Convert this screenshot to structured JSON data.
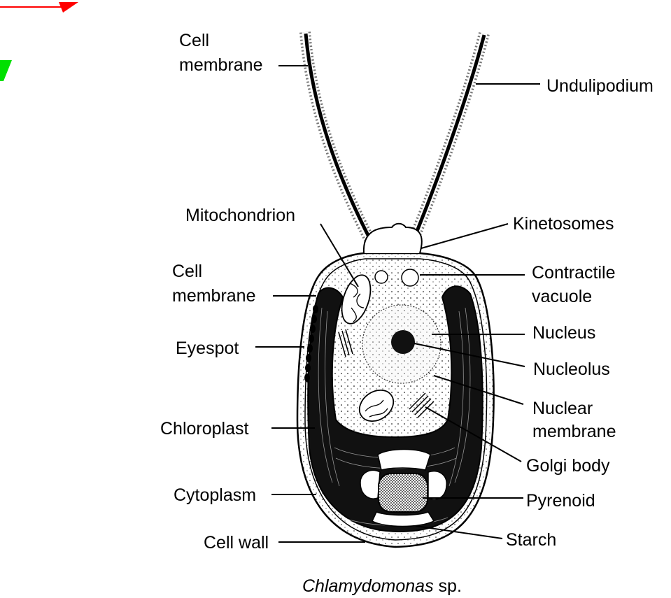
{
  "diagram": {
    "caption": {
      "species": "Chlamydomonas",
      "suffix": " sp."
    },
    "labels": {
      "cell_membrane_top": [
        "Cell",
        "membrane"
      ],
      "undulipodium": "Undulipodium",
      "mitochondrion": "Mitochondrion",
      "kinetosomes": "Kinetosomes",
      "cell_membrane_mid": [
        "Cell",
        "membrane"
      ],
      "contractile_vacuole": [
        "Contractile",
        "vacuole"
      ],
      "nucleus": "Nucleus",
      "eyespot": "Eyespot",
      "nucleolus": "Nucleolus",
      "nuclear_membrane": [
        "Nuclear",
        "membrane"
      ],
      "chloroplast": "Chloroplast",
      "golgi_body": "Golgi body",
      "cytoplasm": "Cytoplasm",
      "pyrenoid": "Pyrenoid",
      "cell_wall": "Cell wall",
      "starch": "Starch"
    },
    "colors": {
      "red_arrow": "#ff0000",
      "green_marker": "#00e000",
      "ink": "#000000"
    }
  }
}
